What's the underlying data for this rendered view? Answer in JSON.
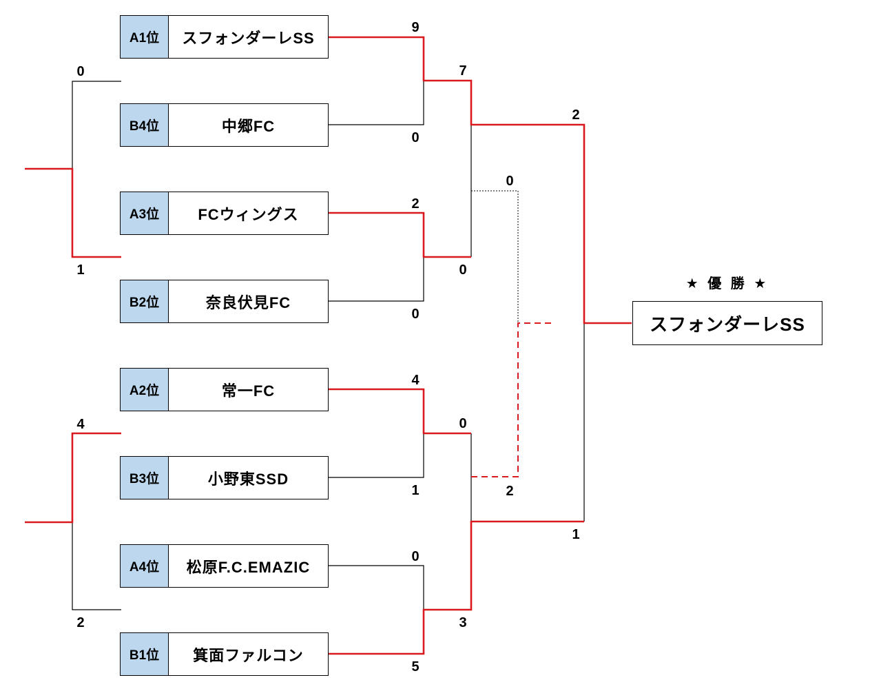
{
  "teams": [
    {
      "rank": "A1位",
      "name": "スフォンダーレSS"
    },
    {
      "rank": "B4位",
      "name": "中郷FC"
    },
    {
      "rank": "A3位",
      "name": "FCウィングス"
    },
    {
      "rank": "B2位",
      "name": "奈良伏見FC"
    },
    {
      "rank": "A2位",
      "name": "常一FC"
    },
    {
      "rank": "B3位",
      "name": "小野東SSD"
    },
    {
      "rank": "A4位",
      "name": "松原F.C.EMAZIC"
    },
    {
      "rank": "B1位",
      "name": "箕面ファルコン"
    }
  ],
  "scores": {
    "r1": [
      "9",
      "0",
      "2",
      "0",
      "4",
      "1",
      "0",
      "5"
    ],
    "qf": [
      "7",
      "0",
      "0",
      "3"
    ],
    "final": [
      "2",
      "1"
    ],
    "third_place": [
      "0",
      "2"
    ],
    "left": [
      "0",
      "1",
      "4",
      "2"
    ]
  },
  "champion": {
    "title": "★ 優 勝 ★",
    "name": "スフォンダーレSS"
  },
  "colors": {
    "winner_line": "#d9191e",
    "loser_line": "#000000",
    "rank_bg": "#bdd7ee"
  }
}
